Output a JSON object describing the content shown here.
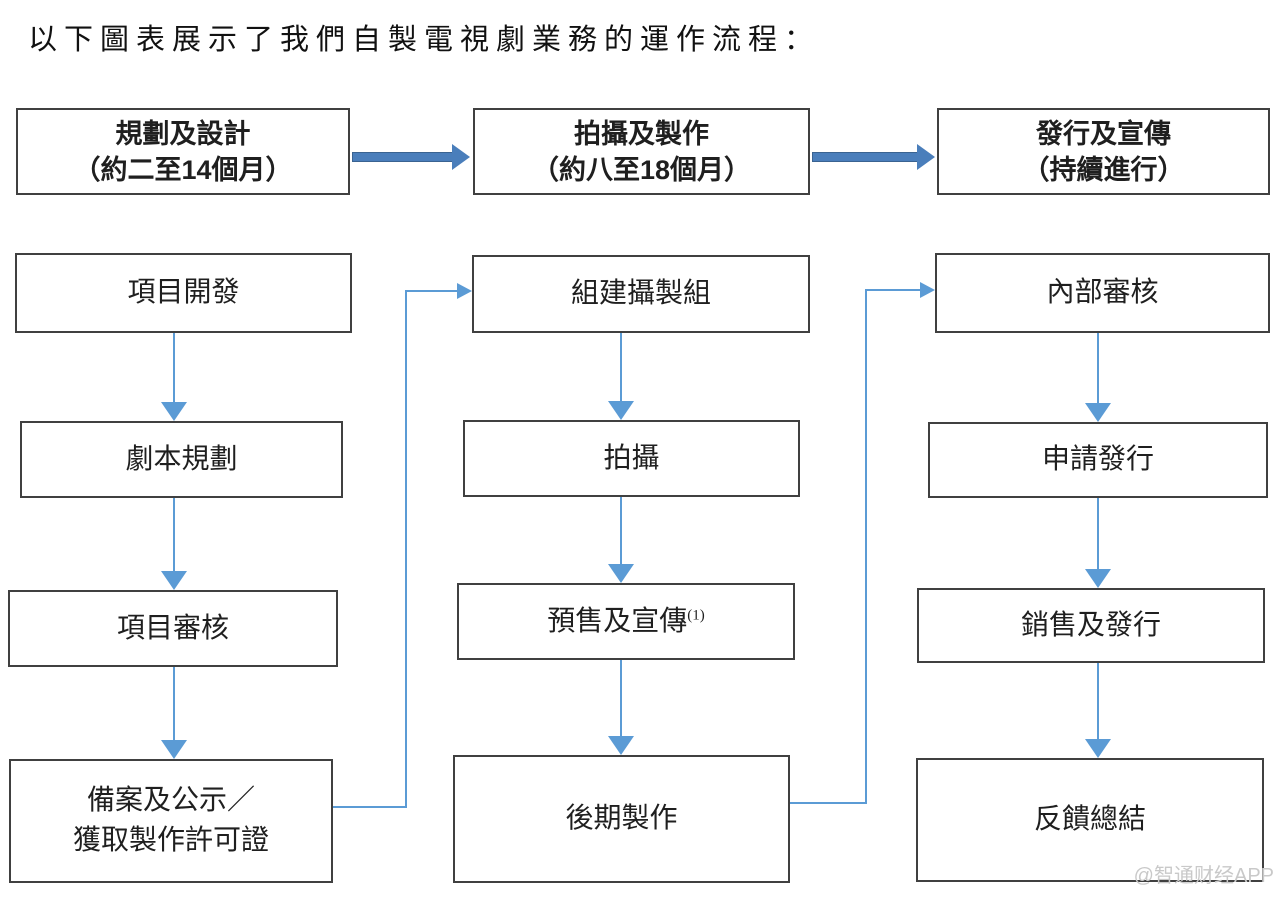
{
  "title": "以下圖表展示了我們自製電視劇業務的運作流程：",
  "watermark": "@智通财经APP",
  "colors": {
    "thick-arrow": "#4a7ebb",
    "thick-arrow-edge": "#3a6391",
    "thin-arrow": "#5b9bd5",
    "box-border": "#404040",
    "text": "#1f1f1f",
    "watermark": "#c9c9c9",
    "background": "#ffffff"
  },
  "phases": [
    {
      "name": "規劃及設計",
      "duration": "（約二至14個月）",
      "steps": [
        {
          "label": "項目開發"
        },
        {
          "label": "劇本規劃"
        },
        {
          "label": "項目審核"
        },
        {
          "line1": "備案及公示／",
          "line2": "獲取製作許可證"
        }
      ]
    },
    {
      "name": "拍攝及製作",
      "duration": "（約八至18個月）",
      "steps": [
        {
          "label": "組建攝製組"
        },
        {
          "label": "拍攝"
        },
        {
          "label": "預售及宣傳",
          "superscript": "(1)"
        },
        {
          "label": "後期製作"
        }
      ]
    },
    {
      "name": "發行及宣傳",
      "duration": "（持續進行）",
      "steps": [
        {
          "label": "內部審核"
        },
        {
          "label": "申請發行"
        },
        {
          "label": "銷售及發行"
        },
        {
          "label": "反饋總結"
        }
      ]
    }
  ]
}
